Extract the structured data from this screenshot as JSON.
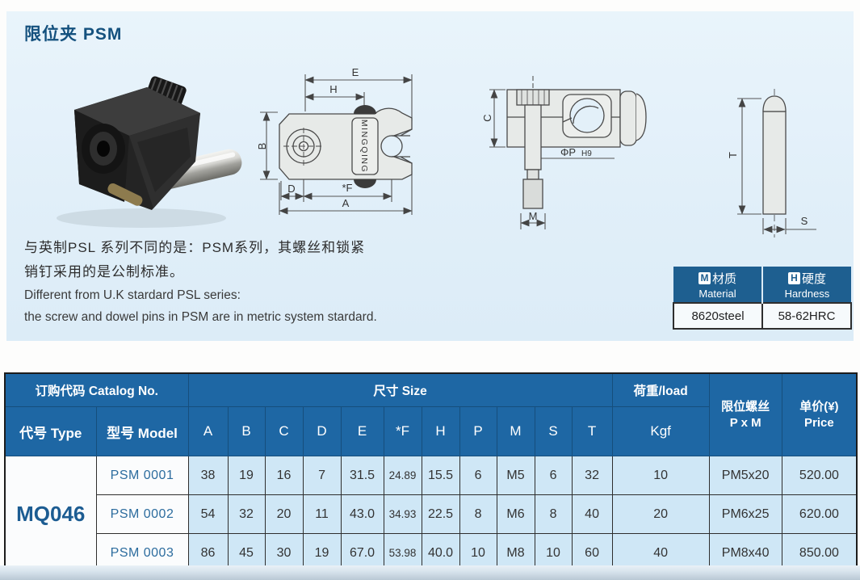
{
  "page": {
    "title": "限位夹 PSM"
  },
  "description": {
    "zh1": "与英制PSL 系列不同的是：PSM系列，其螺丝和锁紧",
    "zh2": "销钉采用的是公制标准。",
    "en1": "Different from U.K stardard PSL series:",
    "en2": "the screw and dowel pins in PSM are in metric system stardard."
  },
  "drawings": {
    "front": {
      "E": "E",
      "H": "H",
      "B": "B",
      "D": "D",
      "F": "*F",
      "A": "A",
      "brand": "MINGQING"
    },
    "side": {
      "C": "C",
      "M": "M",
      "dia": "ΦP",
      "tol": "H9"
    },
    "pin": {
      "T": "T",
      "S": "S"
    }
  },
  "material_table": {
    "icon_m": "M",
    "zh_m": "材质",
    "en_m": "Material",
    "icon_h": "H",
    "zh_h": "硬度",
    "en_h": "Hardness",
    "val_m": "8620steel",
    "val_h": "58-62HRC"
  },
  "spec_table": {
    "header": {
      "catalog": "订购代码 Catalog No.",
      "size": "尺寸 Size",
      "load": "荷重/load",
      "type": "代号 Type",
      "model": "型号 Model",
      "cols": [
        "A",
        "B",
        "C",
        "D",
        "E",
        "*F",
        "H",
        "P",
        "M",
        "S",
        "T"
      ],
      "kgf": "Kgf",
      "screw_zh": "限位螺丝",
      "screw_en": "P x M",
      "price_zh": "单价(¥)",
      "price_en": "Price"
    },
    "type_code": "MQ046",
    "rows": [
      {
        "model": "PSM 0001",
        "a": "38",
        "b": "19",
        "c": "16",
        "d": "7",
        "e": "31.5",
        "f": "24.89",
        "h": "15.5",
        "p": "6",
        "m": "M5",
        "s": "6",
        "t": "32",
        "kgf": "10",
        "pxm": "PM5x20",
        "price": "520.00"
      },
      {
        "model": "PSM 0002",
        "a": "54",
        "b": "32",
        "c": "20",
        "d": "11",
        "e": "43.0",
        "f": "34.93",
        "h": "22.5",
        "p": "8",
        "m": "M6",
        "s": "8",
        "t": "40",
        "kgf": "20",
        "pxm": "PM6x25",
        "price": "620.00"
      },
      {
        "model": "PSM 0003",
        "a": "86",
        "b": "45",
        "c": "30",
        "d": "19",
        "e": "67.0",
        "f": "53.98",
        "h": "40.0",
        "p": "10",
        "m": "M8",
        "s": "10",
        "t": "60",
        "kgf": "40",
        "pxm": "PM8x40",
        "price": "850.00"
      }
    ]
  },
  "colors": {
    "header_blue": "#1e67a4",
    "panel_blue": "#e1eff9",
    "cell_blue": "#cfe7f6",
    "title_blue": "#14517e",
    "model_blue": "#2c6c9e"
  }
}
